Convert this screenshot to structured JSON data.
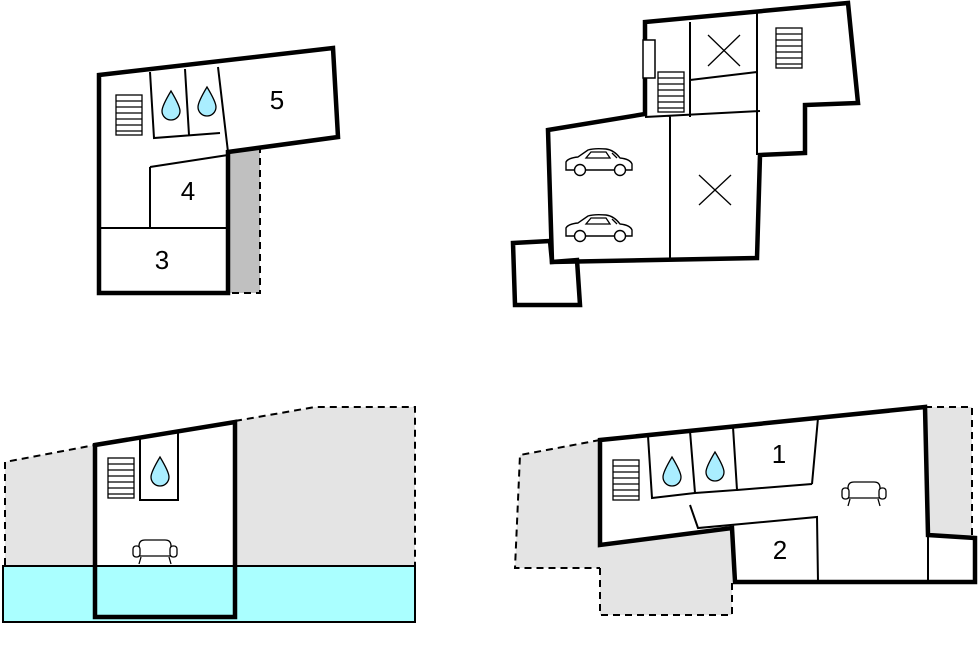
{
  "colors": {
    "shaded_dark": "#c0c0c0",
    "shaded_light": "#e4e4e4",
    "pool": "#aaffff",
    "water_drop": "#aaeeff"
  },
  "plans": [
    {
      "name": "plan-upper-floor",
      "rooms": {
        "r5": "5",
        "r4": "4",
        "r3": "3"
      },
      "icons": [
        "stairs-icon",
        "water-drop-icon",
        "water-drop-icon"
      ]
    },
    {
      "name": "plan-garage-level",
      "icons": [
        "stairs-icon",
        "stairs-icon",
        "cross-icon",
        "cross-icon",
        "car-icon",
        "car-icon",
        "window-icon"
      ]
    },
    {
      "name": "plan-pool-level",
      "icons": [
        "stairs-icon",
        "water-drop-icon",
        "sofa-icon"
      ]
    },
    {
      "name": "plan-ground-floor",
      "rooms": {
        "r1": "1",
        "r2": "2"
      },
      "icons": [
        "stairs-icon",
        "water-drop-icon",
        "water-drop-icon",
        "sofa-icon"
      ]
    }
  ]
}
